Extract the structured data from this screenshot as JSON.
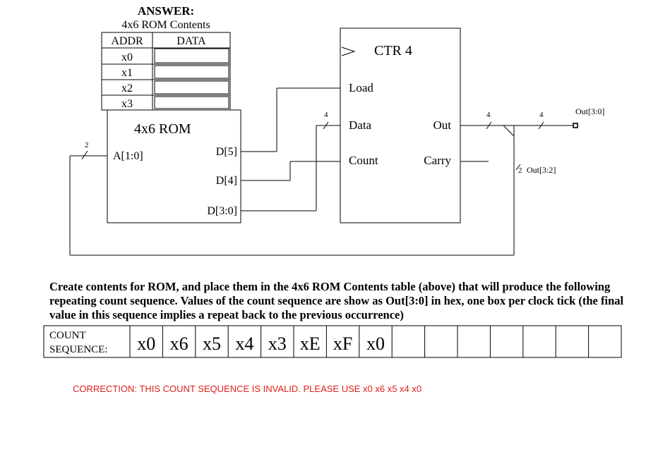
{
  "rom_table": {
    "heading": "ANSWER:",
    "subheading": "4x6 ROM Contents",
    "col_addr": "ADDR",
    "col_data": "DATA",
    "rows": [
      {
        "addr": "x0",
        "data": ""
      },
      {
        "addr": "x1",
        "data": ""
      },
      {
        "addr": "x2",
        "data": ""
      },
      {
        "addr": "x3",
        "data": ""
      }
    ]
  },
  "rom_block": {
    "title": "4x6 ROM",
    "input": "A[1:0]",
    "out_d5": "D[5]",
    "out_d4": "D[4]",
    "out_d30": "D[3:0]"
  },
  "counter_block": {
    "title": "CTR 4",
    "load": "Load",
    "data": "Data",
    "count": "Count",
    "out": "Out",
    "carry": "Carry"
  },
  "bus_labels": {
    "addr_width": "2",
    "data_width": "4",
    "out_width_a": "4",
    "out_width_b": "4",
    "feedback_width": "2",
    "out_bus_name": "Out[3:0]",
    "feedback_name": "Out[3:2]"
  },
  "instructions": "Create contents for ROM, and place them in the 4x6 ROM Contents table (above) that will produce the following repeating count sequence.  Values of the count sequence are show as Out[3:0] in hex, one box per clock tick (the final value in this sequence implies a repeat back to the previous occurrence)",
  "sequence": {
    "label_line1": "COUNT",
    "label_line2": "SEQUENCE:",
    "values": [
      "x0",
      "x6",
      "x5",
      "x4",
      "x3",
      "xE",
      "xF",
      "x0",
      "",
      "",
      "",
      "",
      "",
      "",
      ""
    ]
  },
  "correction": "CORRECTION:  THIS COUNT SEQUENCE IS INVALID.  PLEASE USE x0 x6 x5 x4 x0"
}
